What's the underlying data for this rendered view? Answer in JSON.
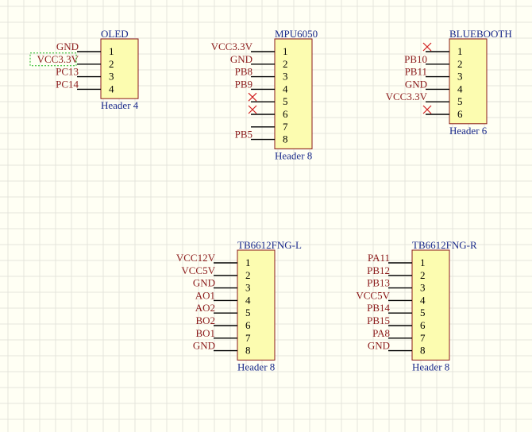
{
  "components": [
    {
      "id": "oled",
      "title": "OLED",
      "footer": "Header 4",
      "pins": [
        {
          "num": "1",
          "net": "GND"
        },
        {
          "num": "2",
          "net": "VCC3.3V"
        },
        {
          "num": "3",
          "net": "PC13"
        },
        {
          "num": "4",
          "net": "PC14"
        }
      ]
    },
    {
      "id": "mpu6050",
      "title": "MPU6050",
      "footer": "Header 8",
      "pins": [
        {
          "num": "1",
          "net": "VCC3.3V"
        },
        {
          "num": "2",
          "net": "GND"
        },
        {
          "num": "3",
          "net": "PB8"
        },
        {
          "num": "4",
          "net": "PB9"
        },
        {
          "num": "5",
          "net": ""
        },
        {
          "num": "6",
          "net": ""
        },
        {
          "num": "7",
          "net": ""
        },
        {
          "num": "8",
          "net": "PB5"
        }
      ]
    },
    {
      "id": "bluebooth",
      "title": "BLUEBOOTH",
      "footer": "Header 6",
      "pins": [
        {
          "num": "1",
          "net": ""
        },
        {
          "num": "2",
          "net": "PB10"
        },
        {
          "num": "3",
          "net": "PB11"
        },
        {
          "num": "4",
          "net": "GND"
        },
        {
          "num": "5",
          "net": "VCC3.3V"
        },
        {
          "num": "6",
          "net": ""
        }
      ]
    },
    {
      "id": "tb6612-l",
      "title": "TB6612FNG-L",
      "footer": "Header 8",
      "pins": [
        {
          "num": "1",
          "net": "VCC12V"
        },
        {
          "num": "2",
          "net": "VCC5V"
        },
        {
          "num": "3",
          "net": "GND"
        },
        {
          "num": "4",
          "net": "AO1"
        },
        {
          "num": "5",
          "net": "AO2"
        },
        {
          "num": "6",
          "net": "BO2"
        },
        {
          "num": "7",
          "net": "BO1"
        },
        {
          "num": "8",
          "net": "GND"
        }
      ]
    },
    {
      "id": "tb6612-r",
      "title": "TB6612FNG-R",
      "footer": "Header 8",
      "pins": [
        {
          "num": "1",
          "net": "PA11"
        },
        {
          "num": "2",
          "net": "PB12"
        },
        {
          "num": "3",
          "net": "PB13"
        },
        {
          "num": "4",
          "net": "VCC5V"
        },
        {
          "num": "5",
          "net": "PB14"
        },
        {
          "num": "6",
          "net": "PB15"
        },
        {
          "num": "7",
          "net": "PA8"
        },
        {
          "num": "8",
          "net": "GND"
        }
      ]
    }
  ]
}
